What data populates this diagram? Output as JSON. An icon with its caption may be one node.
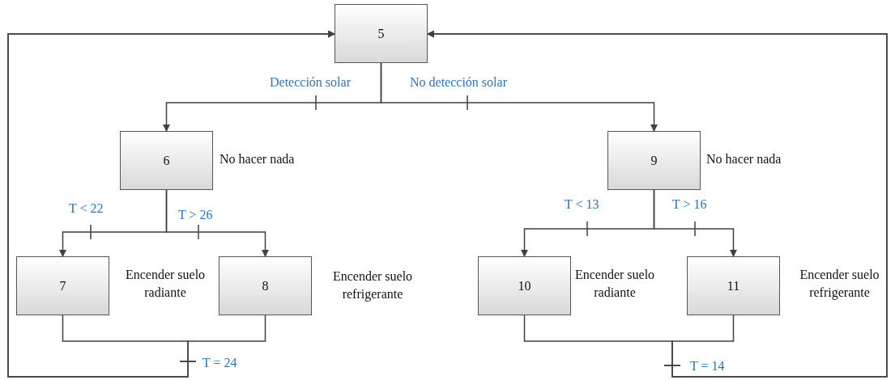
{
  "diagram": {
    "nodes": [
      {
        "text": [
          "5"
        ]
      },
      {
        "text": [
          "6"
        ],
        "beside": [
          "No hacer nada"
        ]
      },
      {
        "text": [
          "9"
        ],
        "beside": [
          "No hacer nada"
        ]
      },
      {
        "text": [
          "7"
        ],
        "beside": [
          "Encender suelo radiante"
        ]
      },
      {
        "text": [
          "8"
        ],
        "beside": [
          "Encender suelo refrigerante"
        ]
      },
      {
        "text": [
          "10"
        ],
        "beside": [
          "Encender suelo radiante"
        ]
      },
      {
        "text": [
          "11"
        ],
        "beside": [
          "Encender suelo refrigerante"
        ]
      }
    ],
    "edges": [
      {
        "from": 0,
        "to": 1,
        "arrow": "to",
        "label": "Detección solar"
      },
      {
        "from": 0,
        "to": 2,
        "arrow": "to",
        "label": "No detección solar"
      },
      {
        "from": 1,
        "to": 3,
        "arrow": "to",
        "label": "T < 22"
      },
      {
        "from": 1,
        "to": 4,
        "arrow": "to",
        "label": "T > 26"
      },
      {
        "from": 2,
        "to": 5,
        "arrow": "to",
        "label": "T < 13"
      },
      {
        "from": 2,
        "to": 6,
        "arrow": "to",
        "label": "T > 16"
      },
      {
        "from": 3,
        "to": 0,
        "arrow": "to",
        "label": "T = 24"
      },
      {
        "from": 4,
        "to": 0,
        "arrow": "to"
      },
      {
        "from": 5,
        "to": 0,
        "arrow": "to",
        "label": "T = 14"
      },
      {
        "from": 6,
        "to": 0,
        "arrow": "to"
      }
    ]
  }
}
